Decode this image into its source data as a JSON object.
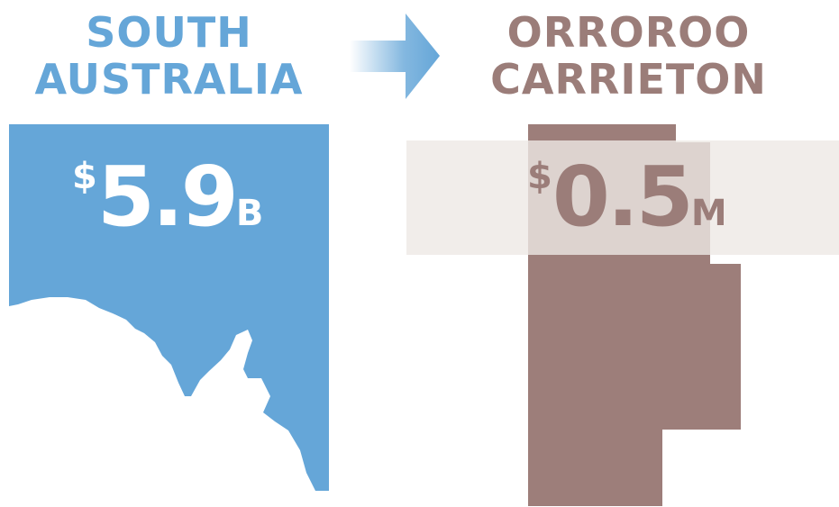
{
  "left_region": {
    "heading_line1": "SOUTH",
    "heading_line2": "AUSTRALIA",
    "value_currency": "$",
    "value_number": "5.9",
    "value_unit": "B",
    "color": "#65a6d8"
  },
  "right_region": {
    "heading_line1": "ORROROO",
    "heading_line2": "CARRIETON",
    "value_currency": "$",
    "value_number": "0.5",
    "value_unit": "M",
    "color": "#9b7d79"
  },
  "arrow": {
    "icon": "arrow-right-icon",
    "color": "#65a6d8"
  }
}
